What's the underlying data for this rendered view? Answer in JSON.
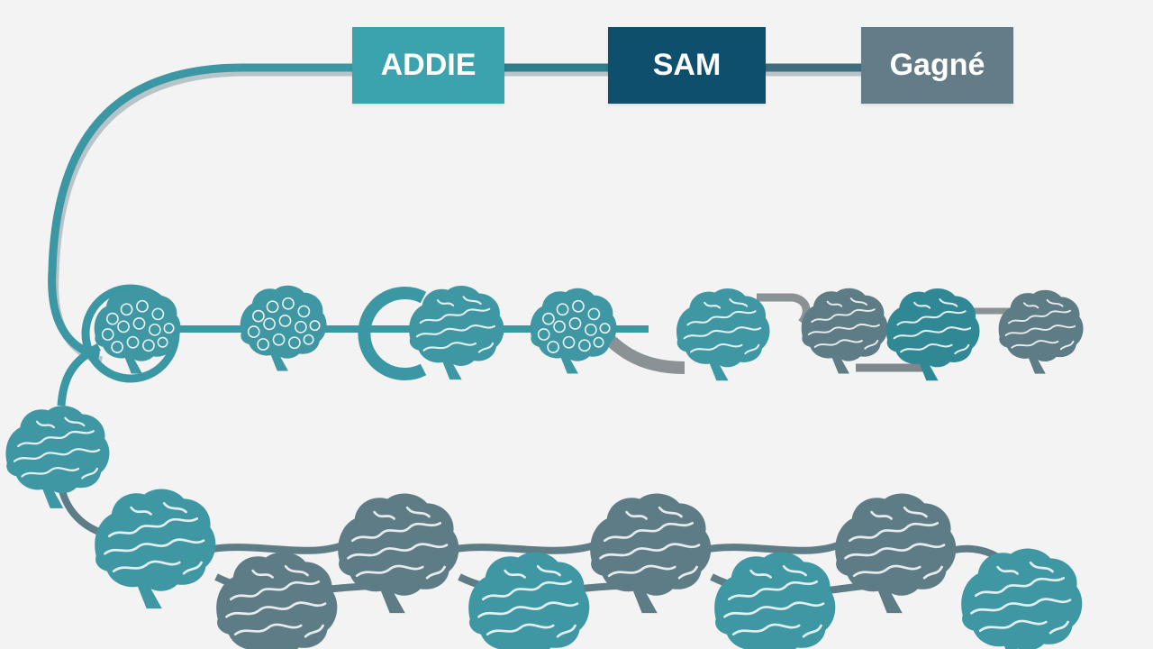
{
  "models": [
    {
      "label": "ADDIE",
      "color": "#3aa3ad"
    },
    {
      "label": "SAM",
      "color": "#0e4f6d"
    },
    {
      "label": "Gagné",
      "color": "#637c87"
    }
  ],
  "colors": {
    "background": "#f3f3f4",
    "path": "#3a97a3",
    "path_shadow": "#b9c4c8",
    "brain_teal": "#3e97a2",
    "brain_slate": "#5e7c86",
    "connector_grey": "#8a9296"
  },
  "icons": [
    "brain-icon",
    "patterned-brain-icon"
  ]
}
